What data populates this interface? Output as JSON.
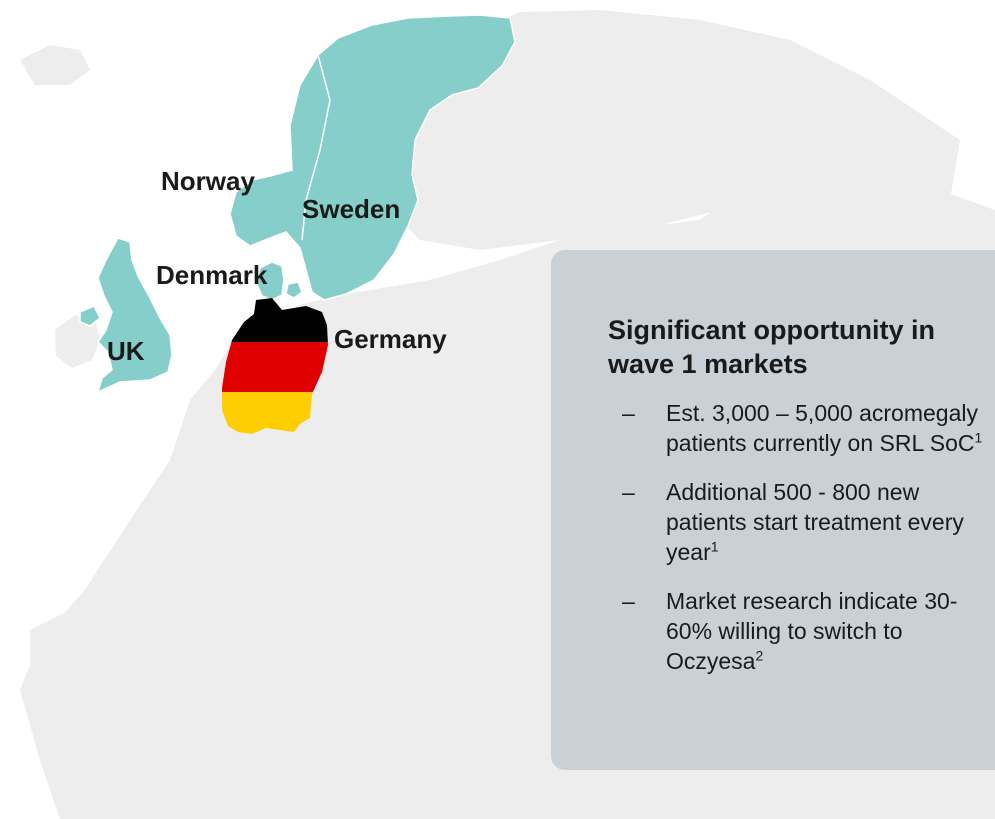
{
  "map": {
    "colors": {
      "land": "#ededed",
      "highlight": "#86cec9",
      "flag_black": "#000000",
      "flag_red": "#e00000",
      "flag_gold": "#ffce00",
      "box": "#c9d1d6"
    },
    "countries": [
      {
        "key": "norway",
        "label": "Norway"
      },
      {
        "key": "sweden",
        "label": "Sweden"
      },
      {
        "key": "denmark",
        "label": "Denmark"
      },
      {
        "key": "uk",
        "label": "UK"
      },
      {
        "key": "germany",
        "label": "Germany"
      }
    ]
  },
  "info": {
    "title": "Significant opportunity in wave 1 markets",
    "bullets": [
      {
        "dash": "–",
        "text": "Est. 3,000 – 5,000 acromegaly patients currently on SRL SoC",
        "ref": "1"
      },
      {
        "dash": "–",
        "text": "Additional 500 - 800 new patients start treatment every year",
        "ref": "1"
      },
      {
        "dash": "–",
        "text": "Market research indicate 30-60% willing to switch to Oczyesa",
        "ref": "2"
      }
    ]
  }
}
